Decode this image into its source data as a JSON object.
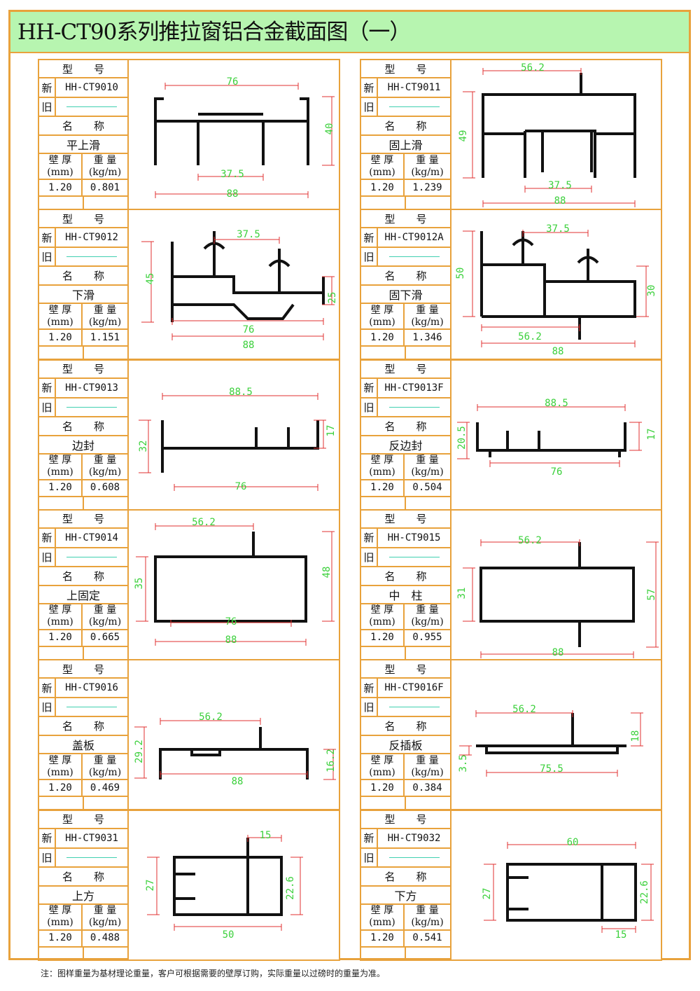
{
  "title": "HH-CT90系列推拉窗铝合金截面图（一）",
  "labels": {
    "model_header": "型　　号",
    "new": "新",
    "old": "旧",
    "name_header": "名　　称",
    "wall": "壁 厚",
    "wall_unit": "(mm)",
    "weight": "重 量",
    "weight_unit": "(kg/m)"
  },
  "colors": {
    "border": "#e8a23c",
    "title_bg": "#b7f5b0",
    "dimension_text": "#3bd03b",
    "dimension_line": "#e03030"
  },
  "panels": [
    {
      "model": "HH-CT9010",
      "name": "平上滑",
      "wall": "1.20",
      "weight": "0.801",
      "dims": [
        "76",
        "37.5",
        "88",
        "40"
      ]
    },
    {
      "model": "HH-CT9011",
      "name": "固上滑",
      "wall": "1.20",
      "weight": "1.239",
      "dims": [
        "56.2",
        "49",
        "37.5",
        "88"
      ]
    },
    {
      "model": "HH-CT9012",
      "name": "下滑",
      "wall": "1.20",
      "weight": "1.151",
      "dims": [
        "37.5",
        "45",
        "25",
        "76",
        "88"
      ]
    },
    {
      "model": "HH-CT9012A",
      "name": "固下滑",
      "wall": "1.20",
      "weight": "1.346",
      "dims": [
        "37.5",
        "50",
        "30",
        "56.2",
        "88"
      ]
    },
    {
      "model": "HH-CT9013",
      "name": "边封",
      "wall": "1.20",
      "weight": "0.608",
      "dims": [
        "88.5",
        "32",
        "17",
        "76"
      ]
    },
    {
      "model": "HH-CT9013F",
      "name": "反边封",
      "wall": "1.20",
      "weight": "0.504",
      "dims": [
        "88.5",
        "20.5",
        "17",
        "76"
      ]
    },
    {
      "model": "HH-CT9014",
      "name": "上固定",
      "wall": "1.20",
      "weight": "0.665",
      "dims": [
        "56.2",
        "35",
        "48",
        "76",
        "88"
      ]
    },
    {
      "model": "HH-CT9015",
      "name": "中　柱",
      "wall": "1.20",
      "weight": "0.955",
      "dims": [
        "56.2",
        "31",
        "57",
        "88"
      ]
    },
    {
      "model": "HH-CT9016",
      "name": "盖板",
      "wall": "1.20",
      "weight": "0.469",
      "dims": [
        "56.2",
        "29.2",
        "16.2",
        "88"
      ]
    },
    {
      "model": "HH-CT9016F",
      "name": "反插板",
      "wall": "1.20",
      "weight": "0.384",
      "dims": [
        "56.2",
        "18",
        "3.5",
        "75.5"
      ]
    },
    {
      "model": "HH-CT9031",
      "name": "上方",
      "wall": "1.20",
      "weight": "0.488",
      "dims": [
        "15",
        "27",
        "22.6",
        "50"
      ]
    },
    {
      "model": "HH-CT9032",
      "name": "下方",
      "wall": "1.20",
      "weight": "0.541",
      "dims": [
        "60",
        "27",
        "22.6",
        "15"
      ]
    }
  ],
  "note": "注：图样重量为基材理论重量，客户可根据需要的壁厚订购，实际重量以过磅时的重量为准。"
}
